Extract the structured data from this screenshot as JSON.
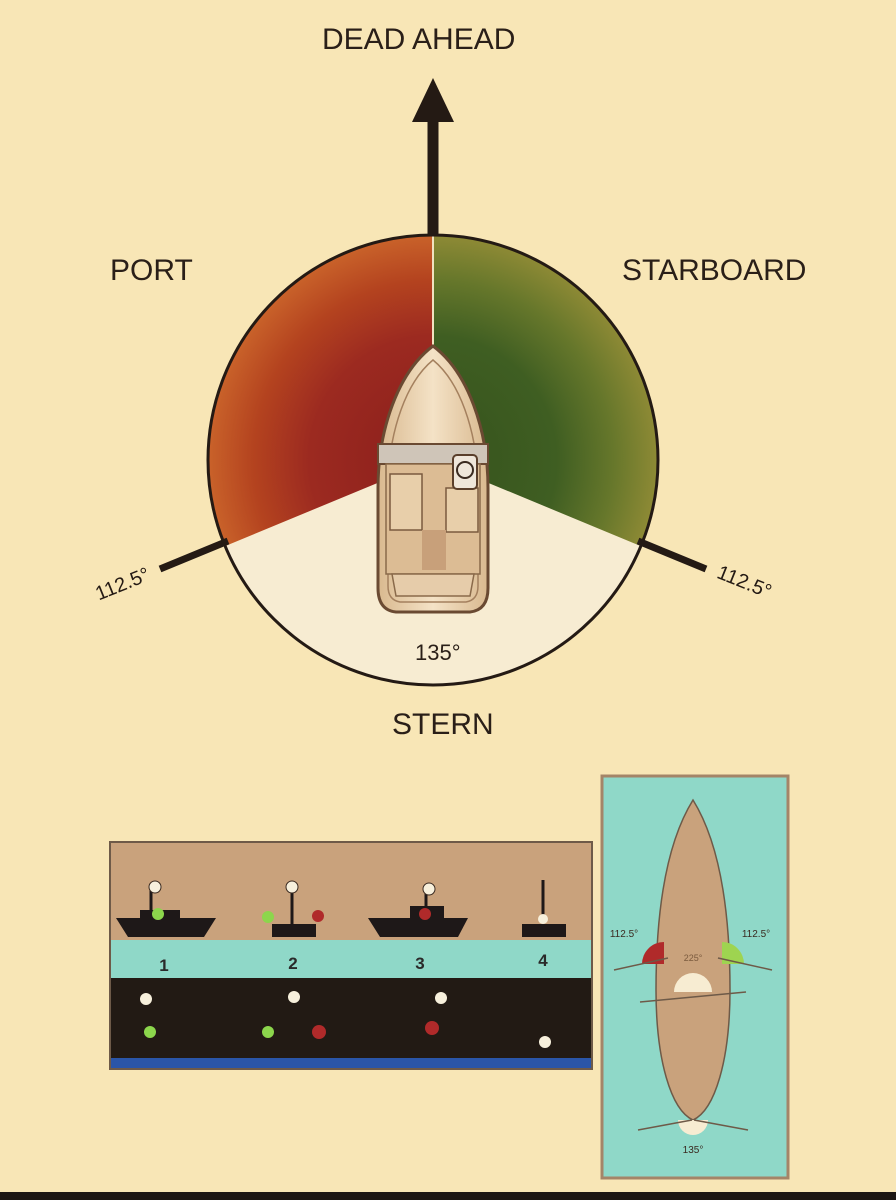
{
  "labels": {
    "dead_ahead": "DEAD AHEAD",
    "port": "PORT",
    "starboard": "STARBOARD",
    "stern": "STERN",
    "angle_port": "112.5°",
    "angle_starboard": "112.5°",
    "angle_stern": "135°"
  },
  "lights_panel": {
    "vessels": [
      {
        "number": "1"
      },
      {
        "number": "2"
      },
      {
        "number": "3"
      },
      {
        "number": "4"
      }
    ]
  },
  "top_view": {
    "left_angle": "112.5°",
    "right_angle": "112.5°",
    "center_angle": "225°",
    "stern_angle": "135°"
  },
  "colors": {
    "background": "#f8e6b6",
    "port_red": "#9a2a20",
    "starboard_green": "#3f5e22",
    "stern_light": "#f7ecd2",
    "sea": "#8fd8c8",
    "night": "#221a14",
    "water_line": "#2a55a8"
  }
}
